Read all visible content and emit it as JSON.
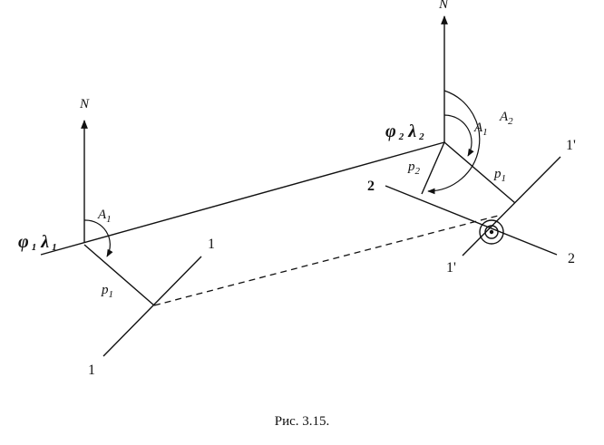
{
  "labels": {
    "north_left": "N",
    "north_right": "N",
    "point1_lat": "φ",
    "point1_lat_sub": "1",
    "point1_lon": "λ",
    "point1_lon_sub": "1",
    "point2_lat": "φ",
    "point2_lat_sub": "2",
    "point2_lon": "λ",
    "point2_lon_sub": "2",
    "azimuth_left": "A",
    "azimuth_left_sub": "1",
    "azimuth_right_1": "A",
    "azimuth_right_1_sub": "1",
    "azimuth_right_2": "A",
    "azimuth_right_2_sub": "2",
    "p1_left": "p",
    "p1_left_sub": "1",
    "p2_right": "p",
    "p2_right_sub": "2",
    "p1_right": "p",
    "p1_right_sub": "1",
    "line1_top": "1",
    "line1_bottom": "1",
    "line1p_top": "1'",
    "line1p_bottom": "1'",
    "line2_left": "2",
    "line2_right": "2"
  },
  "caption": "Рис. 3.15."
}
